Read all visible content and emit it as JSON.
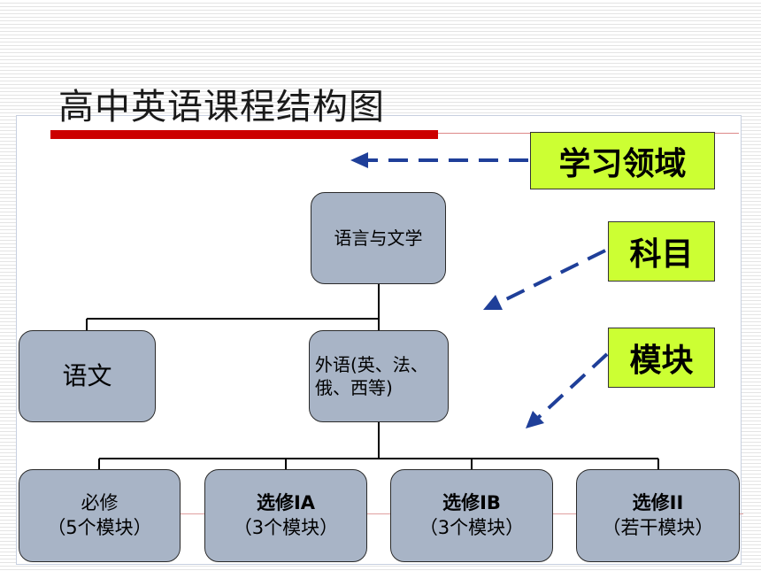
{
  "title": "高中英语课程结构图",
  "labels": {
    "domain": "学习领域",
    "subject": "科目",
    "module": "模块"
  },
  "nodes": {
    "root": "语言与文学",
    "chinese": "语文",
    "foreign_language": "外语(英、法、俄、西等)",
    "required": {
      "name": "必修",
      "detail": "（5个模块）"
    },
    "elective_1a": {
      "name": "选修IA",
      "detail": "（3个模块）"
    },
    "elective_1b": {
      "name": "选修IB",
      "detail": "（3个模块）"
    },
    "elective_2": {
      "name": "选修II",
      "detail": "（若干模块）"
    }
  },
  "colors": {
    "node_fill": "#a8b4c6",
    "tag_fill": "#ccff33",
    "arrow": "#1f3f99",
    "accent_bar": "#cc0000"
  }
}
